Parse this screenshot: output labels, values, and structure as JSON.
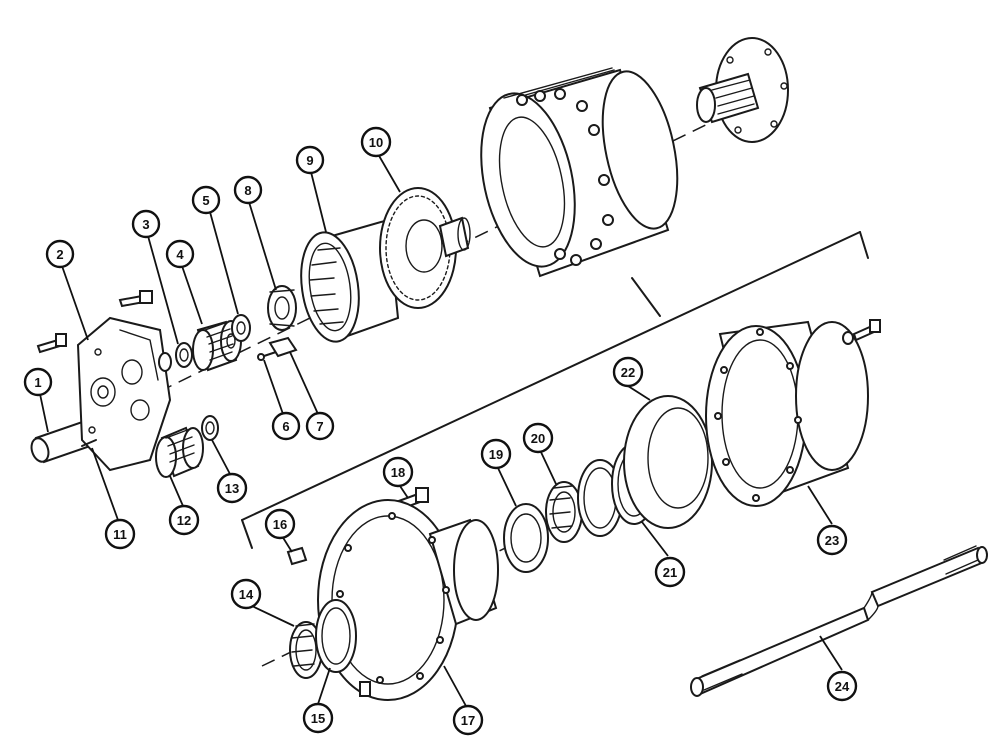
{
  "diagram": {
    "type": "exploded-parts-view",
    "callouts": [
      {
        "label": "1"
      },
      {
        "label": "2"
      },
      {
        "label": "3"
      },
      {
        "label": "4"
      },
      {
        "label": "5"
      },
      {
        "label": "6"
      },
      {
        "label": "7"
      },
      {
        "label": "8"
      },
      {
        "label": "9"
      },
      {
        "label": "10"
      },
      {
        "label": "11"
      },
      {
        "label": "12"
      },
      {
        "label": "13"
      },
      {
        "label": "14"
      },
      {
        "label": "15"
      },
      {
        "label": "16"
      },
      {
        "label": "17"
      },
      {
        "label": "18"
      },
      {
        "label": "19"
      },
      {
        "label": "20"
      },
      {
        "label": "21"
      },
      {
        "label": "22"
      },
      {
        "label": "23"
      },
      {
        "label": "24"
      }
    ]
  }
}
